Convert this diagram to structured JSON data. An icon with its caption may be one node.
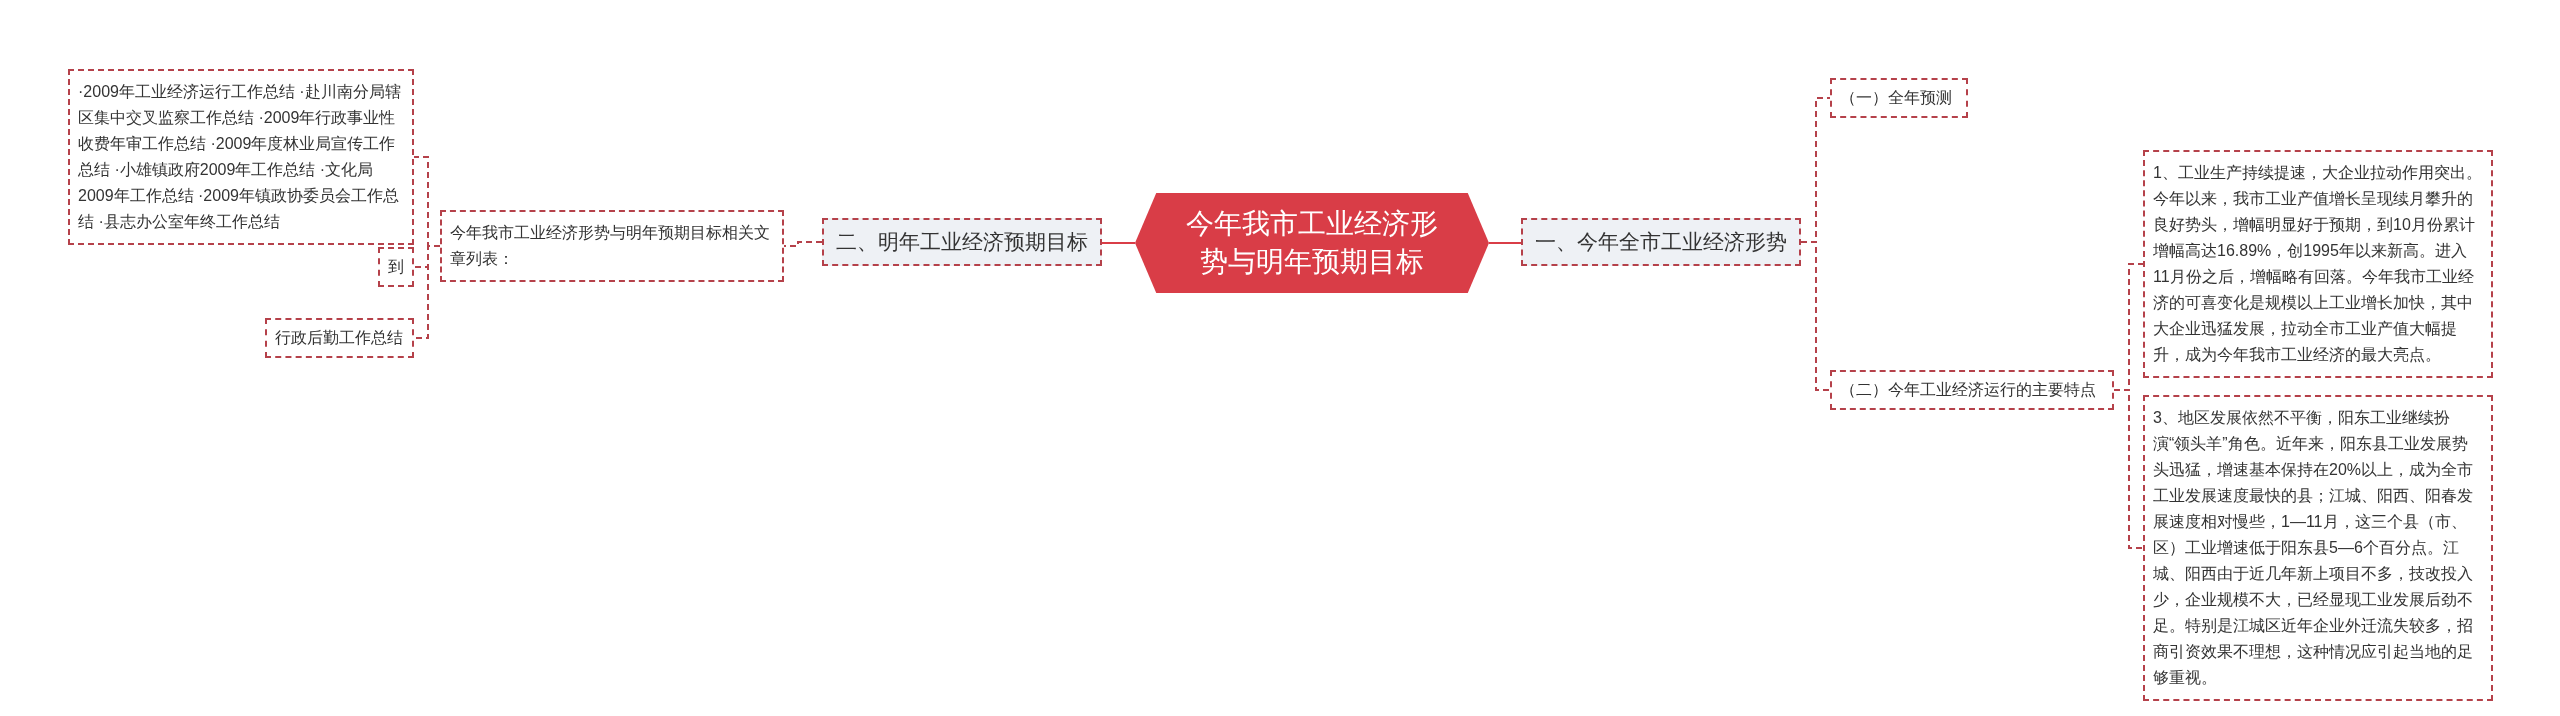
{
  "diagram": {
    "nodes": [
      {
        "text": [
          "今年我市工业经济形势与明年预期目标"
        ]
      },
      {
        "text": [
          "一、今年全市工业经济形势"
        ]
      },
      {
        "text": [
          "（一）全年预测"
        ]
      },
      {
        "text": [
          "（二）今年工业经济运行的主要特点"
        ]
      },
      {
        "text": [
          "1、工业生产持续提速，大企业拉动作用突出。今年以来，我市工业产值增长呈现续月攀升的良好势头，增幅明显好于预期，到10月份累计增幅高达16.89%，创1995年以来新高。进入11月份之后，增幅略有回落。今年我市工业经济的可喜变化是规模以上工业增长加快，其中大企业迅猛发展，拉动全市工业产值大幅提升，成为今年我市工业经济的最大亮点。"
        ]
      },
      {
        "text": [
          "3、地区发展依然不平衡，阳东工业继续扮演“领头羊”角色。近年来，阳东县工业发展势头迅猛，增速基本保持在20%以上，成为全市工业发展速度最快的县；江城、阳西、阳春发展速度相对慢些，1—11月，这三个县（市、区）工业增速低于阳东县5—6个百分点。江城、阳西由于近几年新上项目不多，技改投入少，企业规模不大，已经显现工业发展后劲不足。特别是江城区近年企业外迁流失较多，招商引资效果不理想，这种情况应引起当地的足够重视。"
        ]
      },
      {
        "text": [
          "二、明年工业经济预期目标"
        ]
      },
      {
        "text": [
          "今年我市工业经济形势与明年预期目标相关文章列表："
        ]
      },
      {
        "text": [
          "·2009年工业经济运行工作总结 ·赴川南分局辖区集中交叉监察工作总结 ·2009年行政事业性收费年审工作总结 ·2009年度林业局宣传工作总结 ·小雄镇政府2009年工作总结 ·文化局2009年工作总结 ·2009年镇政协委员会工作总结 ·县志办公室年终工作总结"
        ]
      },
      {
        "text": [
          "到"
        ]
      },
      {
        "text": [
          "行政后勤工作总结"
        ]
      }
    ],
    "edges": [
      {
        "from": 0,
        "to": 1,
        "arrow": "none"
      },
      {
        "from": 1,
        "to": 2,
        "arrow": "none",
        "style": "dashed"
      },
      {
        "from": 1,
        "to": 3,
        "arrow": "none",
        "style": "dashed"
      },
      {
        "from": 3,
        "to": 4,
        "arrow": "none",
        "style": "dashed"
      },
      {
        "from": 3,
        "to": 5,
        "arrow": "none",
        "style": "dashed"
      },
      {
        "from": 0,
        "to": 6,
        "arrow": "none"
      },
      {
        "from": 6,
        "to": 7,
        "arrow": "none",
        "style": "dashed"
      },
      {
        "from": 7,
        "to": 8,
        "arrow": "none",
        "style": "dashed"
      },
      {
        "from": 7,
        "to": 9,
        "arrow": "none",
        "style": "dashed"
      },
      {
        "from": 7,
        "to": 10,
        "arrow": "none",
        "style": "dashed"
      }
    ]
  }
}
